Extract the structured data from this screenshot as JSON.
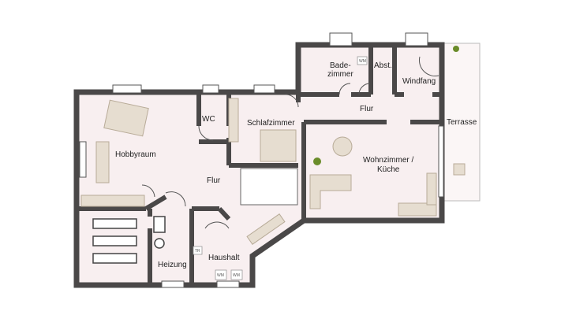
{
  "colors": {
    "wall": "#4a4848",
    "floor": "#f8eff0",
    "furniture": "#e6ddd0",
    "window": "#ffffff",
    "plant": "#6a8c2a"
  },
  "rooms": {
    "badezimmer": [
      "Bade-",
      "zimmer"
    ],
    "abstellraum": "Abst.",
    "windfang": "Windfang",
    "flur_top": "Flur",
    "terrasse": "Terrasse",
    "wc": "WC",
    "schlafzimmer": "Schlafzimmer",
    "hobbyraum": "Hobbyraum",
    "wohnzimmer": [
      "Wohnzimmer /",
      "Küche"
    ],
    "flur_main": "Flur",
    "heizung": "Heizung",
    "haushalt": "Haushalt"
  },
  "appliances": {
    "washer": "WM",
    "dryer": "TR"
  }
}
